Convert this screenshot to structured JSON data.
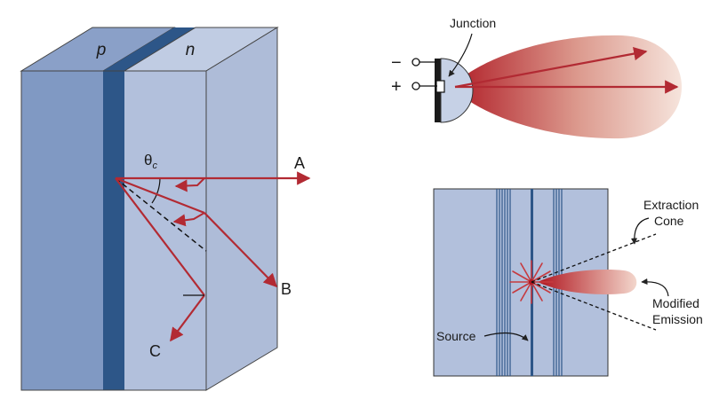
{
  "block": {
    "p_label": "p",
    "n_label": "n",
    "theta_label": "θ",
    "theta_subscript": "c",
    "ray_labels": {
      "a": "A",
      "b": "B",
      "c": "C"
    }
  },
  "led": {
    "junction_label": "Junction",
    "minus_sign": "−",
    "plus_sign": "+"
  },
  "cavity": {
    "extraction_label_line1": "Extraction",
    "extraction_label_line2": "Cone",
    "modified_label_line1": "Modified",
    "modified_label_line2": "Emission",
    "source_label": "Source"
  },
  "colors": {
    "p_region": "#8099c3",
    "junction": "#2d5688",
    "n_region": "#b2c0dc",
    "ray": "#b22a33",
    "emission": "#b8232c"
  }
}
